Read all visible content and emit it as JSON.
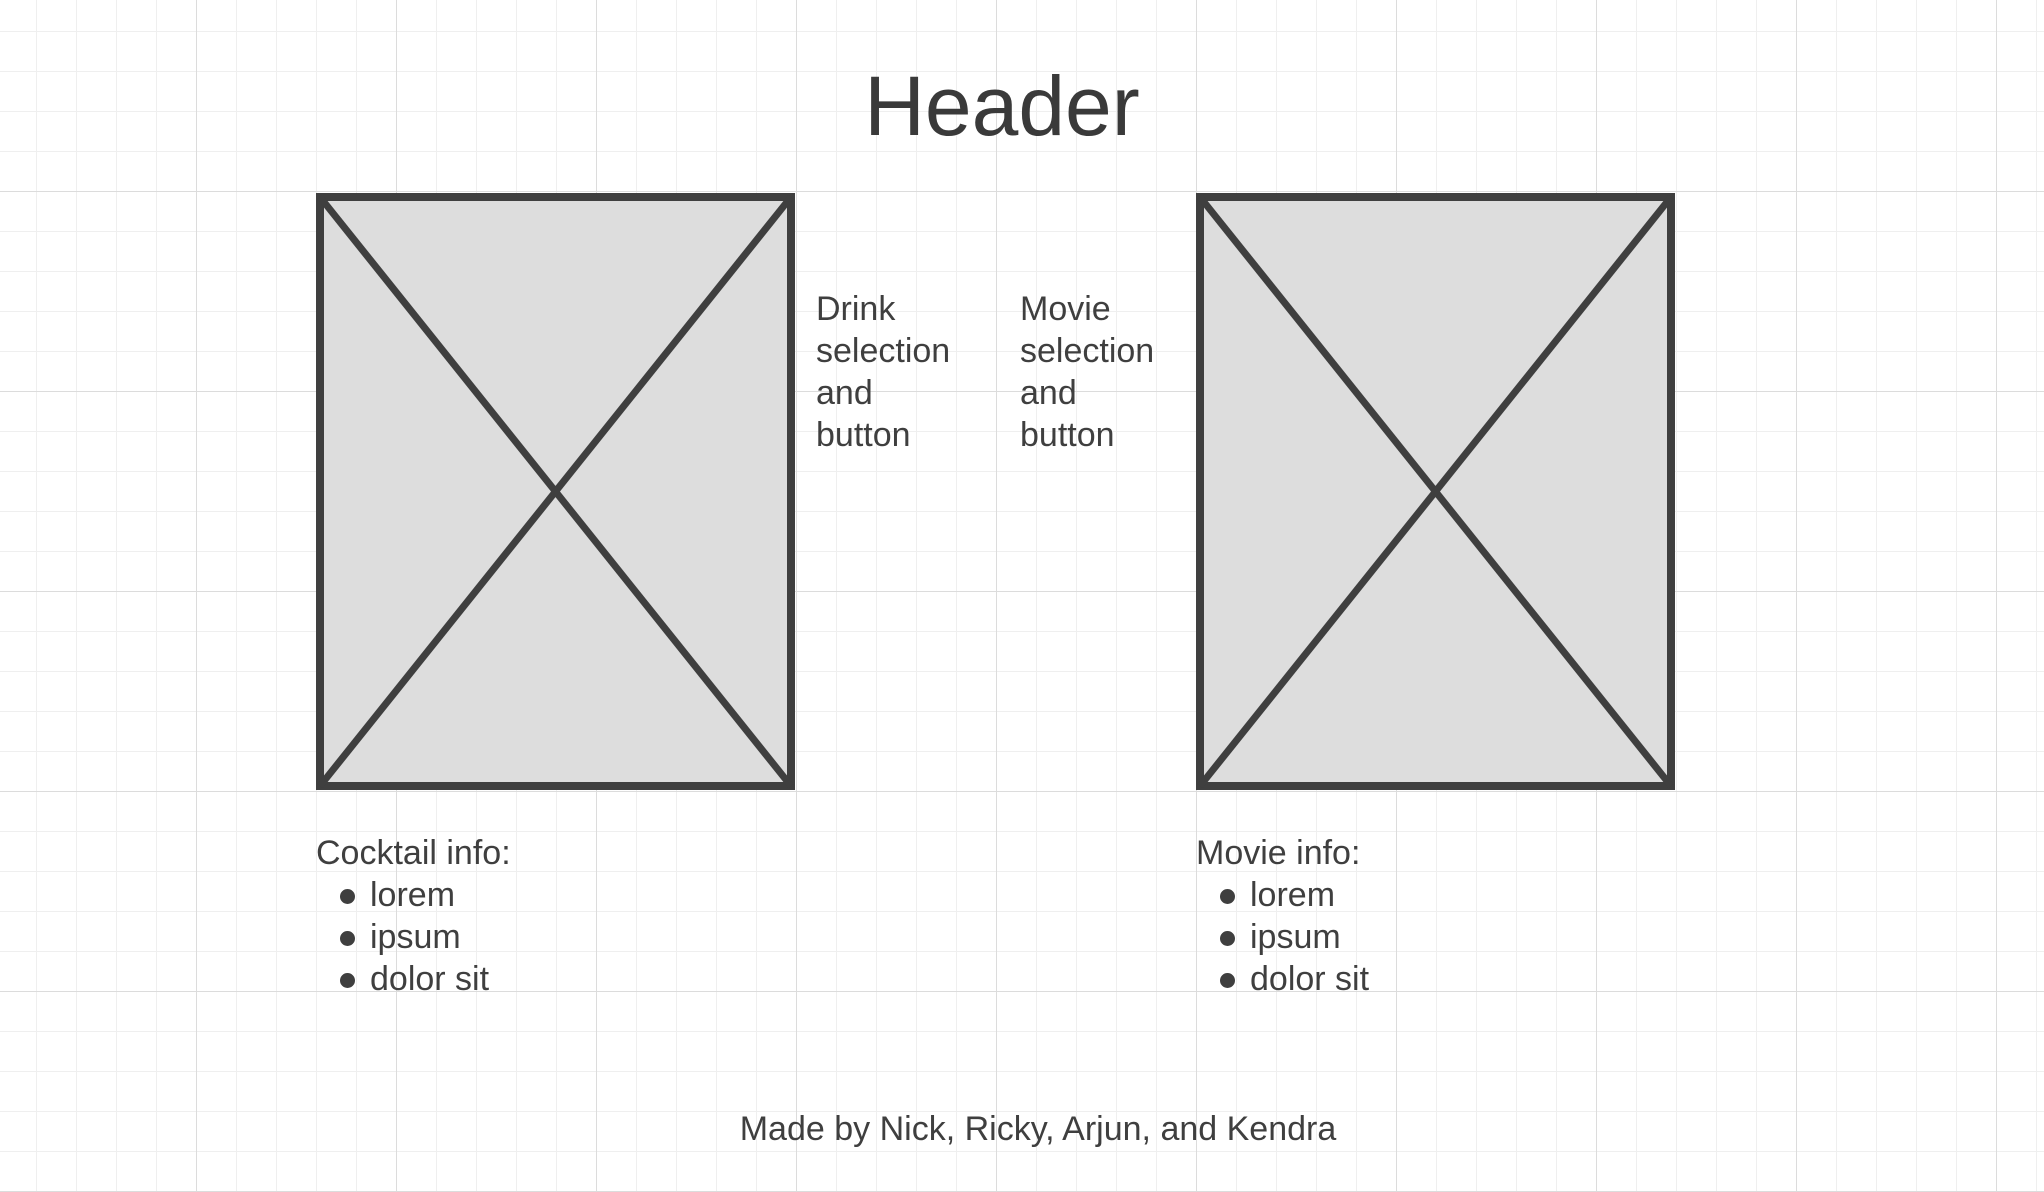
{
  "header": {
    "title": "Header"
  },
  "drink_panel": {
    "image_icon": "image-placeholder-icon",
    "selection_lines": [
      "Drink",
      "selection",
      "and",
      "button"
    ],
    "info_title": "Cocktail info:",
    "info_items": [
      "lorem",
      "ipsum",
      "dolor sit"
    ]
  },
  "movie_panel": {
    "image_icon": "image-placeholder-icon",
    "selection_lines": [
      "Movie",
      "selection",
      "and",
      "button"
    ],
    "info_title": "Movie info:",
    "info_items": [
      "lorem",
      "ipsum",
      "dolor sit"
    ]
  },
  "footer": {
    "credits": "Made by Nick, Ricky, Arjun, and Kendra"
  },
  "colors": {
    "ink": "#3f3f3f",
    "placeholder_fill": "#dddddd",
    "grid_major": "#dcdcdc",
    "grid_minor": "#efefef"
  }
}
